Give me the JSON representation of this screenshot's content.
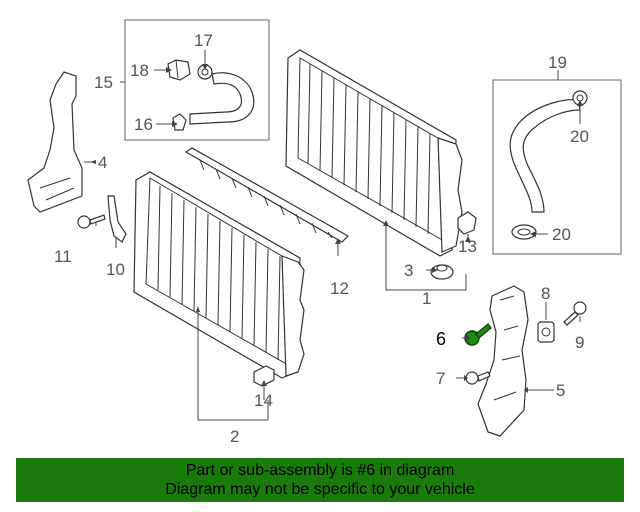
{
  "callouts": {
    "c1": "1",
    "c2": "2",
    "c3": "3",
    "c4": "4",
    "c5": "5",
    "c6": "6",
    "c7": "7",
    "c8": "8",
    "c9": "9",
    "c10": "10",
    "c11": "11",
    "c12": "12",
    "c13": "13",
    "c14": "14",
    "c15": "15",
    "c16": "16",
    "c17": "17",
    "c18": "18",
    "c19": "19",
    "c20a": "20",
    "c20b": "20"
  },
  "highlighted_part": "6",
  "colors": {
    "banner_bg": "#1a7a0c",
    "highlight_part": "#1f8a12",
    "line": "#333333"
  },
  "banner": {
    "line1": "Part or sub-assembly is #6 in diagram",
    "line2": "Diagram may not be specific to your vehicle"
  }
}
